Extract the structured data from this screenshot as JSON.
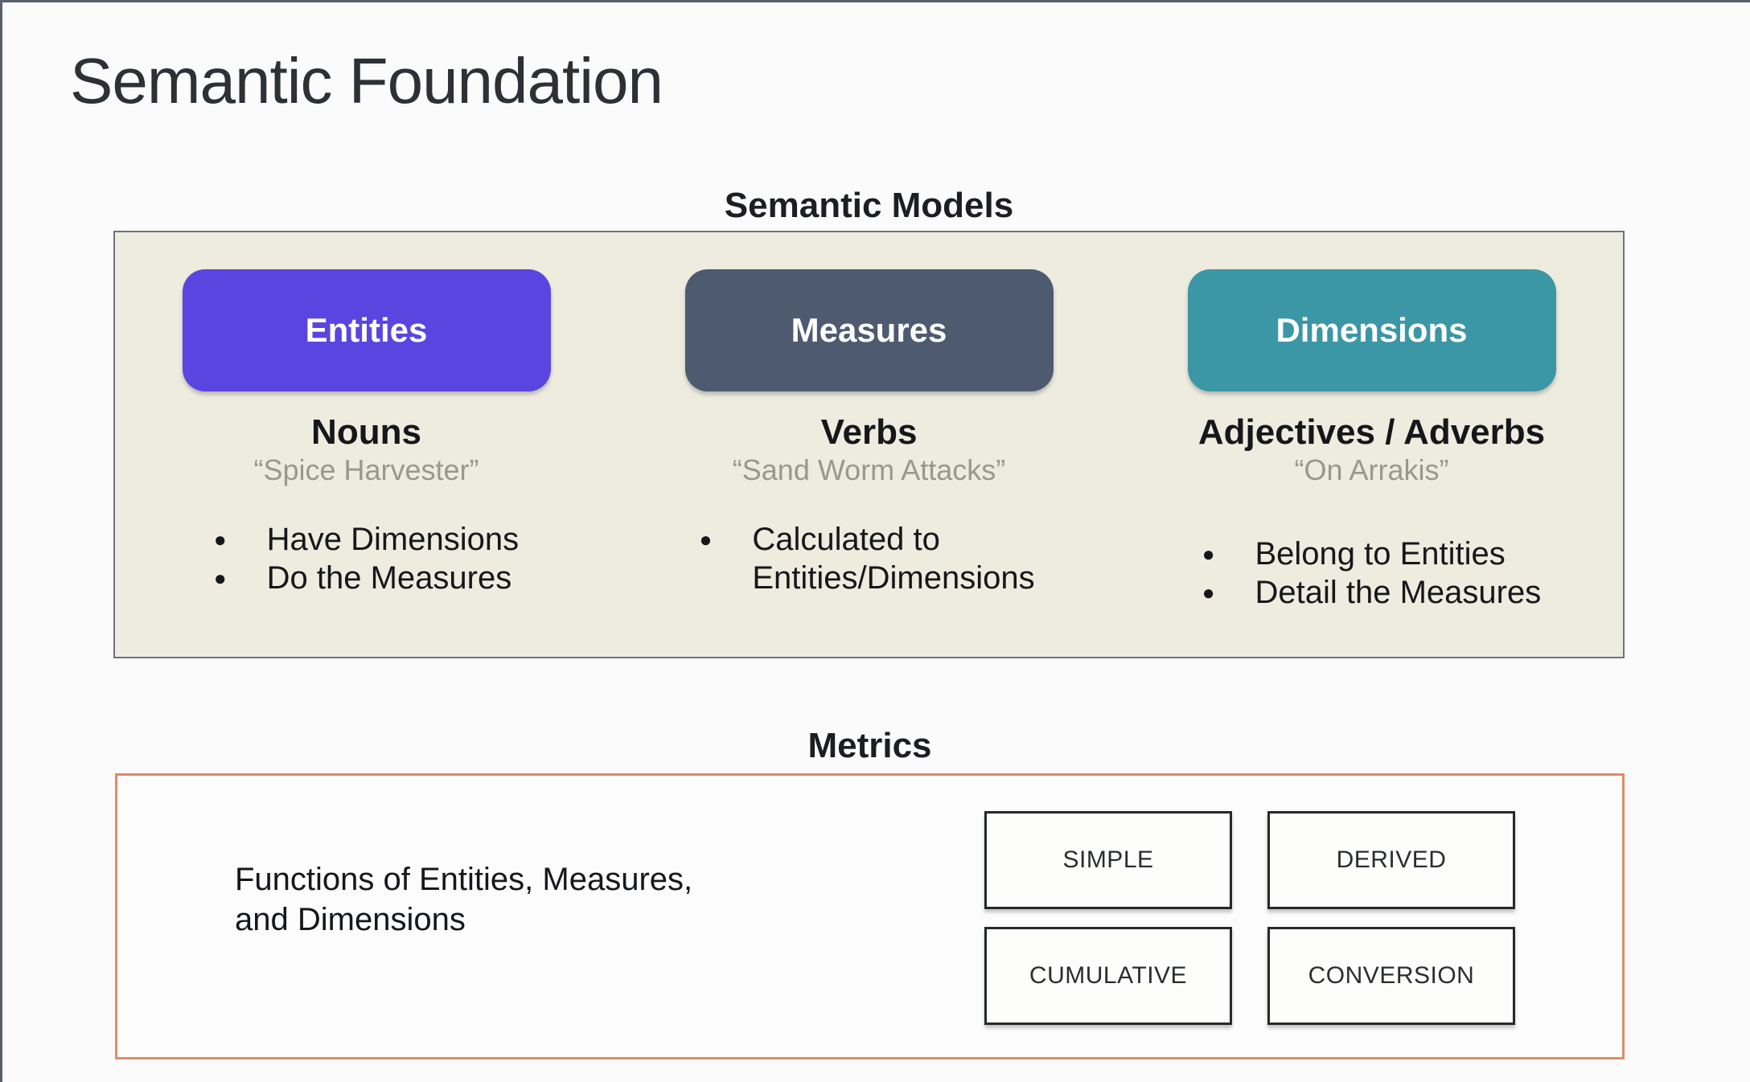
{
  "page": {
    "title": "Semantic Foundation"
  },
  "colors": {
    "entities_pill": "#5b45e0",
    "measures_pill": "#4d5a70",
    "dimensions_pill": "#3b97a6",
    "models_box_bg": "#eeecdf",
    "models_box_border": "#6e747b",
    "metrics_box_border": "#dd8c6a"
  },
  "semantic_models": {
    "heading": "Semantic Models",
    "columns": [
      {
        "pill": "Entities",
        "role": "Nouns",
        "example": "“Spice Harvester”",
        "bullets": [
          "Have Dimensions",
          "Do the Measures"
        ]
      },
      {
        "pill": "Measures",
        "role": "Verbs",
        "example": "“Sand Worm Attacks”",
        "bullets": [
          "Calculated to Entities/Dimensions"
        ]
      },
      {
        "pill": "Dimensions",
        "role": "Adjectives / Adverbs",
        "example": "“On Arrakis”",
        "bullets": [
          "Belong to Entities",
          "Detail the Measures"
        ]
      }
    ]
  },
  "metrics": {
    "heading": "Metrics",
    "description": [
      "Functions of Entities, Measures,",
      "and Dimensions"
    ],
    "types": [
      "SIMPLE",
      "DERIVED",
      "CUMULATIVE",
      "CONVERSION"
    ]
  }
}
